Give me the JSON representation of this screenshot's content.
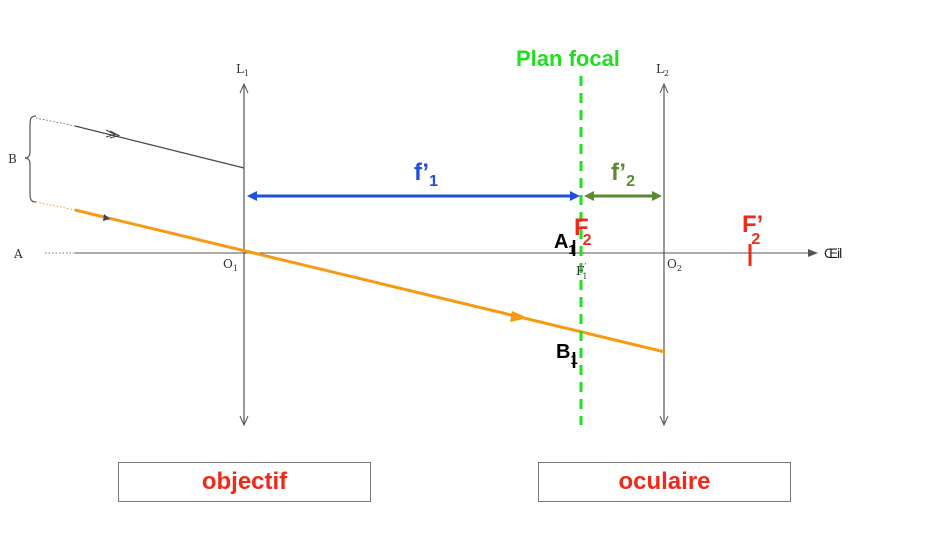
{
  "labels": {
    "plan_focal": "Plan focal",
    "L1": "L",
    "L1_sub": "1",
    "L2": "L",
    "L2_sub": "2",
    "B": "B",
    "A": "A",
    "O1": "O",
    "O1_sub": "1",
    "O2": "O",
    "O2_sub": "2",
    "F1p": "F",
    "F1p_prime": "′",
    "F1p_sub": "1",
    "oeil": "Œil",
    "f1": "f’",
    "f1_sub": "1",
    "f2": "f’",
    "f2_sub": "2",
    "F2": "F",
    "F2_sub": "2",
    "F2p": "F’",
    "F2p_sub": "2",
    "A1": "A",
    "A1_sub": "1",
    "B1": "B",
    "B1_sub": "1"
  },
  "boxes": {
    "objectif": "objectif",
    "oculaire": "oculaire"
  },
  "colors": {
    "green": "#22dd22",
    "blue": "#1f4fe0",
    "olive": "#5a8a30",
    "orange": "#f59a12",
    "red": "#ee2a1a",
    "axis": "#555555"
  }
}
